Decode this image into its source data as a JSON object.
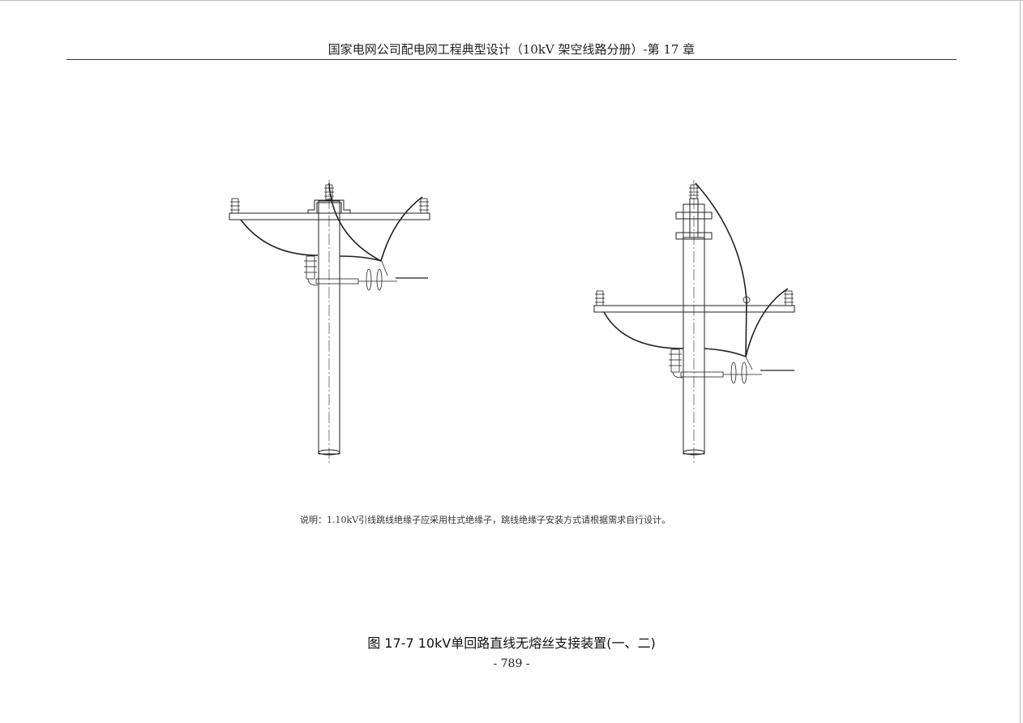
{
  "header": {
    "title": "国家电网公司配电网工程典型设计（10kV 架空线路分册）-第 17 章"
  },
  "figure": {
    "note": "说明：1.10kV引线跳线绝缘子应采用柱式绝缘子，跳线绝缘子安装方式请根据需求自行设计。",
    "caption": "图 17-7   10kV单回路直线无熔丝支接装置(一、二)"
  },
  "footer": {
    "page_number": "- 789 -"
  }
}
